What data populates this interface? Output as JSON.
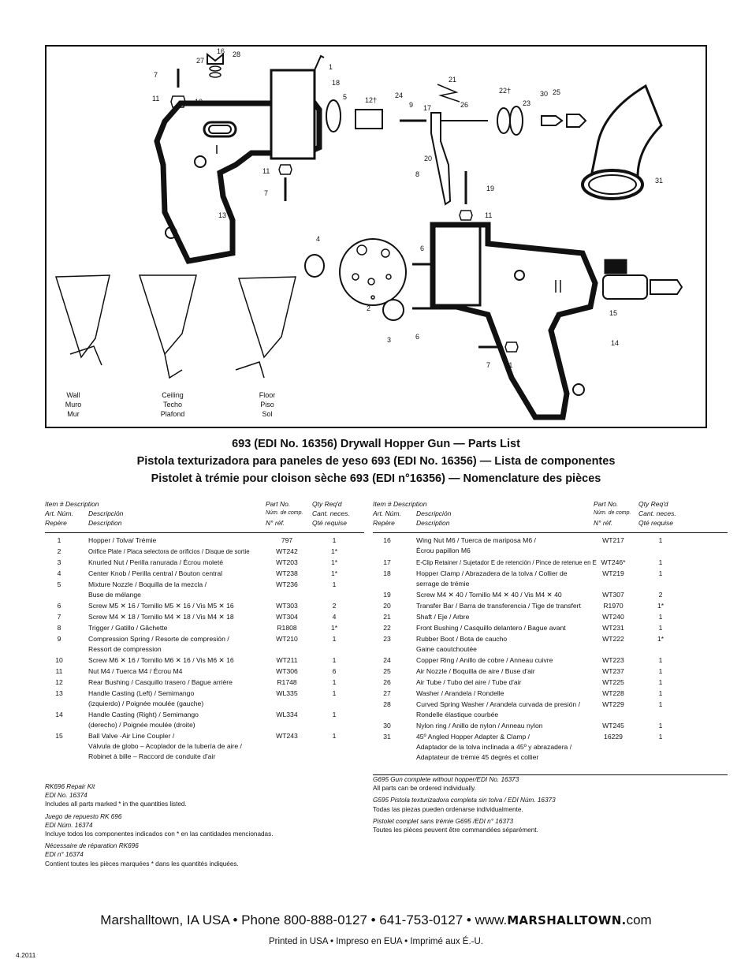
{
  "diagram": {
    "callouts": [
      "16",
      "28",
      "27",
      "7",
      "1",
      "18",
      "11",
      "10",
      "5",
      "21",
      "12†",
      "24",
      "9",
      "17",
      "26",
      "22†",
      "23",
      "30",
      "25",
      "20",
      "8",
      "11",
      "7",
      "19",
      "11",
      "31",
      "13",
      "4",
      "6",
      "2",
      "3",
      "6",
      "15",
      "14",
      "7",
      "11"
    ],
    "modes": [
      {
        "lines": [
          "Wall",
          "Muro",
          "Mur"
        ]
      },
      {
        "lines": [
          "Ceiling",
          "Techo",
          "Plafond"
        ]
      },
      {
        "lines": [
          "Floor",
          "Piso",
          "Sol"
        ]
      }
    ]
  },
  "titles": [
    "693 (EDI No. 16356) Drywall Hopper Gun — Parts List",
    "Pistola texturizadora para paneles de yeso 693 (EDI No. 16356) — Lista de componentes",
    "Pistolet à trémie pour cloison sèche 693 (EDI n°16356) — Nomenclature des pièces"
  ],
  "headers": {
    "item": [
      "Item #",
      "Art. Núm.",
      "Repère"
    ],
    "desc": [
      "Description",
      "Descripción",
      "Description"
    ],
    "part": [
      "Part No.",
      "Núm. de comp.",
      "N° réf."
    ],
    "qty": [
      "Qty Req'd",
      "Cant. neces.",
      "Qté requise"
    ]
  },
  "parts_left": [
    {
      "item": "1",
      "desc": [
        "Hopper / Tolva/ Trémie"
      ],
      "part": "797",
      "qty": "1"
    },
    {
      "item": "2",
      "desc": [
        "Orifice Plate / Placa selectora de orificios / Disque de sortie"
      ],
      "part": "WT242",
      "qty": "1*"
    },
    {
      "item": "3",
      "desc": [
        "Knurled Nut / Perilla ranurada / Écrou moleté"
      ],
      "part": "WT203",
      "qty": "1*"
    },
    {
      "item": "4",
      "desc": [
        "Center Knob / Perilla central / Bouton central"
      ],
      "part": "WT238",
      "qty": "1*"
    },
    {
      "item": "5",
      "desc": [
        "Mixture Nozzle / Boquilla de la mezcla /",
        "Buse de mélange"
      ],
      "part": "WT236",
      "qty": "1"
    },
    {
      "item": "6",
      "desc": [
        "Screw M5 ✕ 16 / Tornillo M5 ✕ 16 / Vis M5 ✕ 16"
      ],
      "part": "WT303",
      "qty": "2"
    },
    {
      "item": "7",
      "desc": [
        "Screw M4 ✕ 18 / Tornillo M4 ✕ 18 / Vis M4 ✕ 18"
      ],
      "part": "WT304",
      "qty": "4"
    },
    {
      "item": "8",
      "desc": [
        "Trigger / Gatillo / Gâchette"
      ],
      "part": "R1808",
      "qty": "1*"
    },
    {
      "item": "9",
      "desc": [
        "Compression Spring / Resorte de compresión /",
        "Ressort de compression"
      ],
      "part": "WT210",
      "qty": "1"
    },
    {
      "item": "10",
      "desc": [
        "Screw M6 ✕ 16 / Tornillo M6 ✕ 16 / Vis M6 ✕  16"
      ],
      "part": "WT211",
      "qty": "1"
    },
    {
      "item": "11",
      "desc": [
        "Nut M4 / Tuerca M4 / Écrou M4"
      ],
      "part": "WT306",
      "qty": "6"
    },
    {
      "item": "12",
      "desc": [
        "Rear Bushing / Casquillo trasero / Bague arrière"
      ],
      "part": "R1748",
      "qty": "1"
    },
    {
      "item": "13",
      "desc": [
        "Handle Casting (Left) / Semimango",
        "(izquierdo) / Poignée moulée (gauche)"
      ],
      "part": "WL335",
      "qty": "1"
    },
    {
      "item": "14",
      "desc": [
        "Handle Casting (Right) / Semimango",
        "(derecho) / Poignée moulée (droite)"
      ],
      "part": "WL334",
      "qty": "1"
    },
    {
      "item": "15",
      "desc": [
        "Ball Valve -Air Line Coupler /",
        "Válvula de globo – Acoplador de la tubería de aire /",
        "Robinet à bille – Raccord de conduite d'air"
      ],
      "part": "WT243",
      "qty": "1"
    }
  ],
  "parts_right": [
    {
      "item": "16",
      "desc": [
        "Wing Nut M6 / Tuerca de mariposa M6 /",
        "Écrou papillon M6"
      ],
      "part": "WT217",
      "qty": "1"
    },
    {
      "item": "17",
      "desc": [
        "E-Clip Retainer / Sujetador E de retención / Pince de retenue en E"
      ],
      "part": "WT246*",
      "qty": "1"
    },
    {
      "item": "18",
      "desc": [
        "Hopper Clamp / Abrazadera de la tolva / Collier de",
        "serrage de trémie"
      ],
      "part": "WT219",
      "qty": "1"
    },
    {
      "item": "19",
      "desc": [
        "Screw M4 ✕ 40 / Tornillo M4 ✕ 40 / Vis M4 ✕ 40"
      ],
      "part": "WT307",
      "qty": "2"
    },
    {
      "item": "20",
      "desc": [
        "Transfer Bar / Barra de transferencia / Tige de transfert"
      ],
      "part": "R1970",
      "qty": "1*"
    },
    {
      "item": "21",
      "desc": [
        "Shaft / Eje / Arbre"
      ],
      "part": "WT240",
      "qty": "1"
    },
    {
      "item": "22",
      "desc": [
        "Front Bushing / Casquillo delantero / Bague avant"
      ],
      "part": "WT231",
      "qty": "1"
    },
    {
      "item": "23",
      "desc": [
        "Rubber Boot / Bota de caucho",
        "Gaine caoutchoutée"
      ],
      "part": "WT222",
      "qty": "1*"
    },
    {
      "item": "24",
      "desc": [
        "Copper Ring / Anillo de cobre / Anneau cuivre"
      ],
      "part": "WT223",
      "qty": "1"
    },
    {
      "item": "25",
      "desc": [
        "Air Nozzle / Boquilla de aire / Buse d'air"
      ],
      "part": "WT237",
      "qty": "1"
    },
    {
      "item": "26",
      "desc": [
        "Air Tube / Tubo del aire / Tube d'air"
      ],
      "part": "WT225",
      "qty": "1"
    },
    {
      "item": "27",
      "desc": [
        "Washer / Arandela / Rondelle"
      ],
      "part": "WT228",
      "qty": "1"
    },
    {
      "item": "28",
      "desc": [
        "Curved Spring Washer / Arandela curvada de presión /",
        "Rondelle élastique courbée"
      ],
      "part": "WT229",
      "qty": "1"
    },
    {
      "item": "30",
      "desc": [
        "Nylon ring / Anillo de nylon / Anneau nylon"
      ],
      "part": "WT245",
      "qty": "1"
    },
    {
      "item": "31",
      "desc": [
        "45º Angled Hopper Adapter & Clamp /",
        "Adaptador de la tolva inclinada a 45º y abrazadera /",
        "Adaptateur de trémie 45 degrés et collier"
      ],
      "part": "16229",
      "qty": "1"
    }
  ],
  "kits_left": [
    {
      "italic": [
        "RK696 Repair Kit",
        "EDI No. 16374"
      ],
      "plain": "Includes all parts marked * in the quantities listed."
    },
    {
      "italic": [
        "Juego de repuesto RK 696",
        "EDI Núm. 16374"
      ],
      "plain": "Incluye todos los componentes indicados con * en las cantidades mencionadas."
    },
    {
      "italic": [
        "Nécessaire de réparation RK696",
        "EDI n° 16374"
      ],
      "plain": "Contient toutes les pièces marquées * dans les quantités indiquées."
    }
  ],
  "kits_right": [
    {
      "italic": [
        "G695 Gun complete without hopper/EDI No. 16373"
      ],
      "plain": "All parts can be ordered individually."
    },
    {
      "italic": [
        "G595 Pistola texturizadora completa sin tolva / EDI Núm. 16373"
      ],
      "plain": "Todas las piezas pueden ordenarse individualmente."
    },
    {
      "italic": [
        "Pistolet complet sans trémie G695 /EDI n° 16373"
      ],
      "plain": "Toutes les pièces peuvent être commandées séparément."
    }
  ],
  "contact": {
    "text": "Marshalltown, IA USA • Phone 800-888-0127 • 641-753-0127 • www.",
    "brand": "MARSHALLTOWN.",
    "tld": "com"
  },
  "printed": "Printed in USA • Impreso en EUA • Imprimé aux É.-U.",
  "date": "4.2011"
}
